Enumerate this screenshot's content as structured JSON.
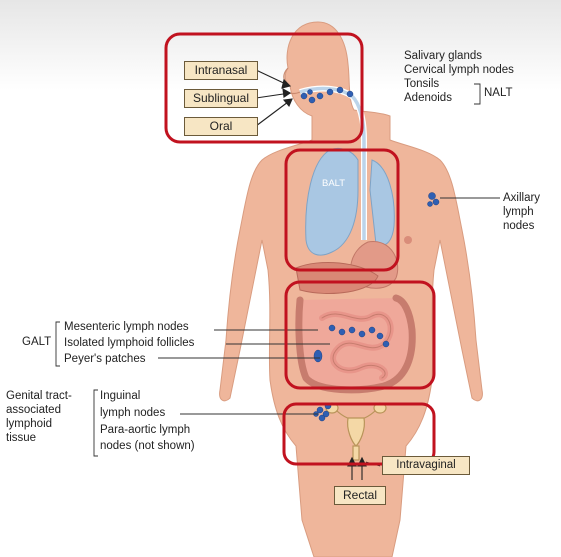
{
  "routes": {
    "intranasal": "Intranasal",
    "sublingual": "Sublingual",
    "oral": "Oral",
    "rectal": "Rectal",
    "intravaginal": "Intravaginal"
  },
  "head_labels": {
    "salivary": "Salivary glands",
    "cervical": "Cervical lymph nodes",
    "tonsils": "Tonsils",
    "adenoids": "Adenoids",
    "nalt": "NALT"
  },
  "axillary": [
    "Axillary",
    "lymph",
    "nodes"
  ],
  "balt": "BALT",
  "galt": {
    "title": "GALT",
    "items": [
      "Mesenteric lymph nodes",
      "Isolated lymphoid follicles",
      "Peyer's patches"
    ]
  },
  "genital": {
    "title": [
      "Genital tract-",
      "associated",
      "lymphoid",
      "tissue"
    ],
    "items": [
      "Inguinal",
      "lymph nodes",
      "Para-aortic lymph",
      "nodes (not shown)"
    ]
  },
  "colors": {
    "skin": "#efb69b",
    "highlight_box": "#c1121f",
    "lymph_node": "#2f5fb3",
    "lung": "#a9c7e3",
    "label_box": "#f7e6c4"
  }
}
